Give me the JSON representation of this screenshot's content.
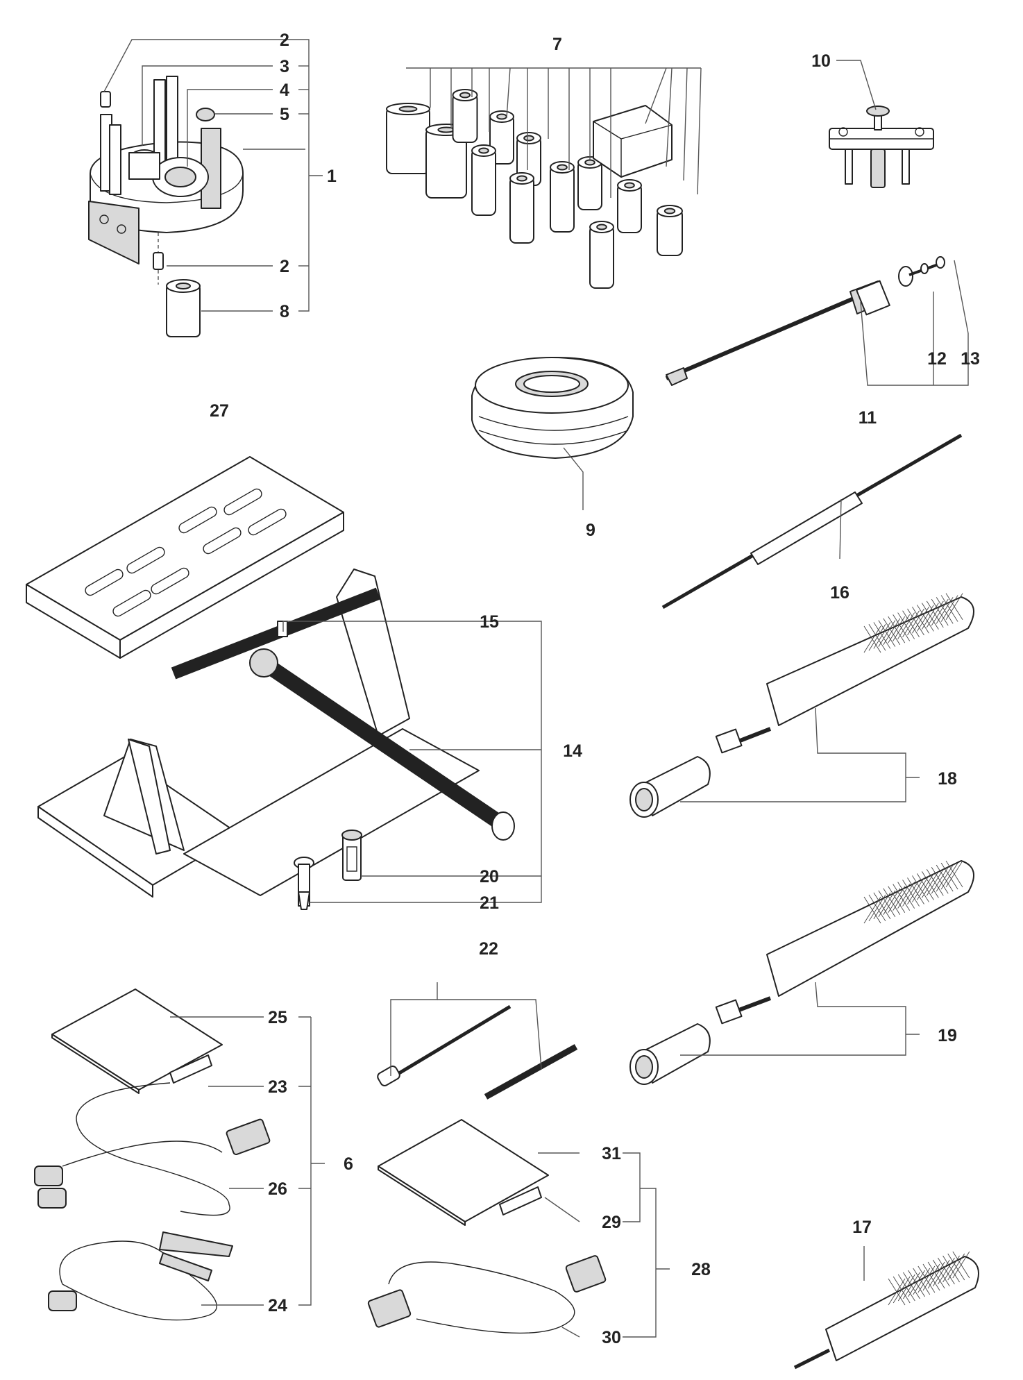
{
  "labels": [
    "1",
    "2",
    "3",
    "4",
    "5",
    "6",
    "7",
    "8",
    "9",
    "10",
    "11",
    "12",
    "13",
    "14",
    "15",
    "16",
    "17",
    "18",
    "19",
    "20",
    "21",
    "22",
    "23",
    "24",
    "25",
    "26",
    "27",
    "28",
    "29",
    "30",
    "31"
  ],
  "colors": {
    "line": "#222222",
    "leader": "#555555",
    "shade": "#d9d9d9",
    "background": "#ffffff"
  }
}
